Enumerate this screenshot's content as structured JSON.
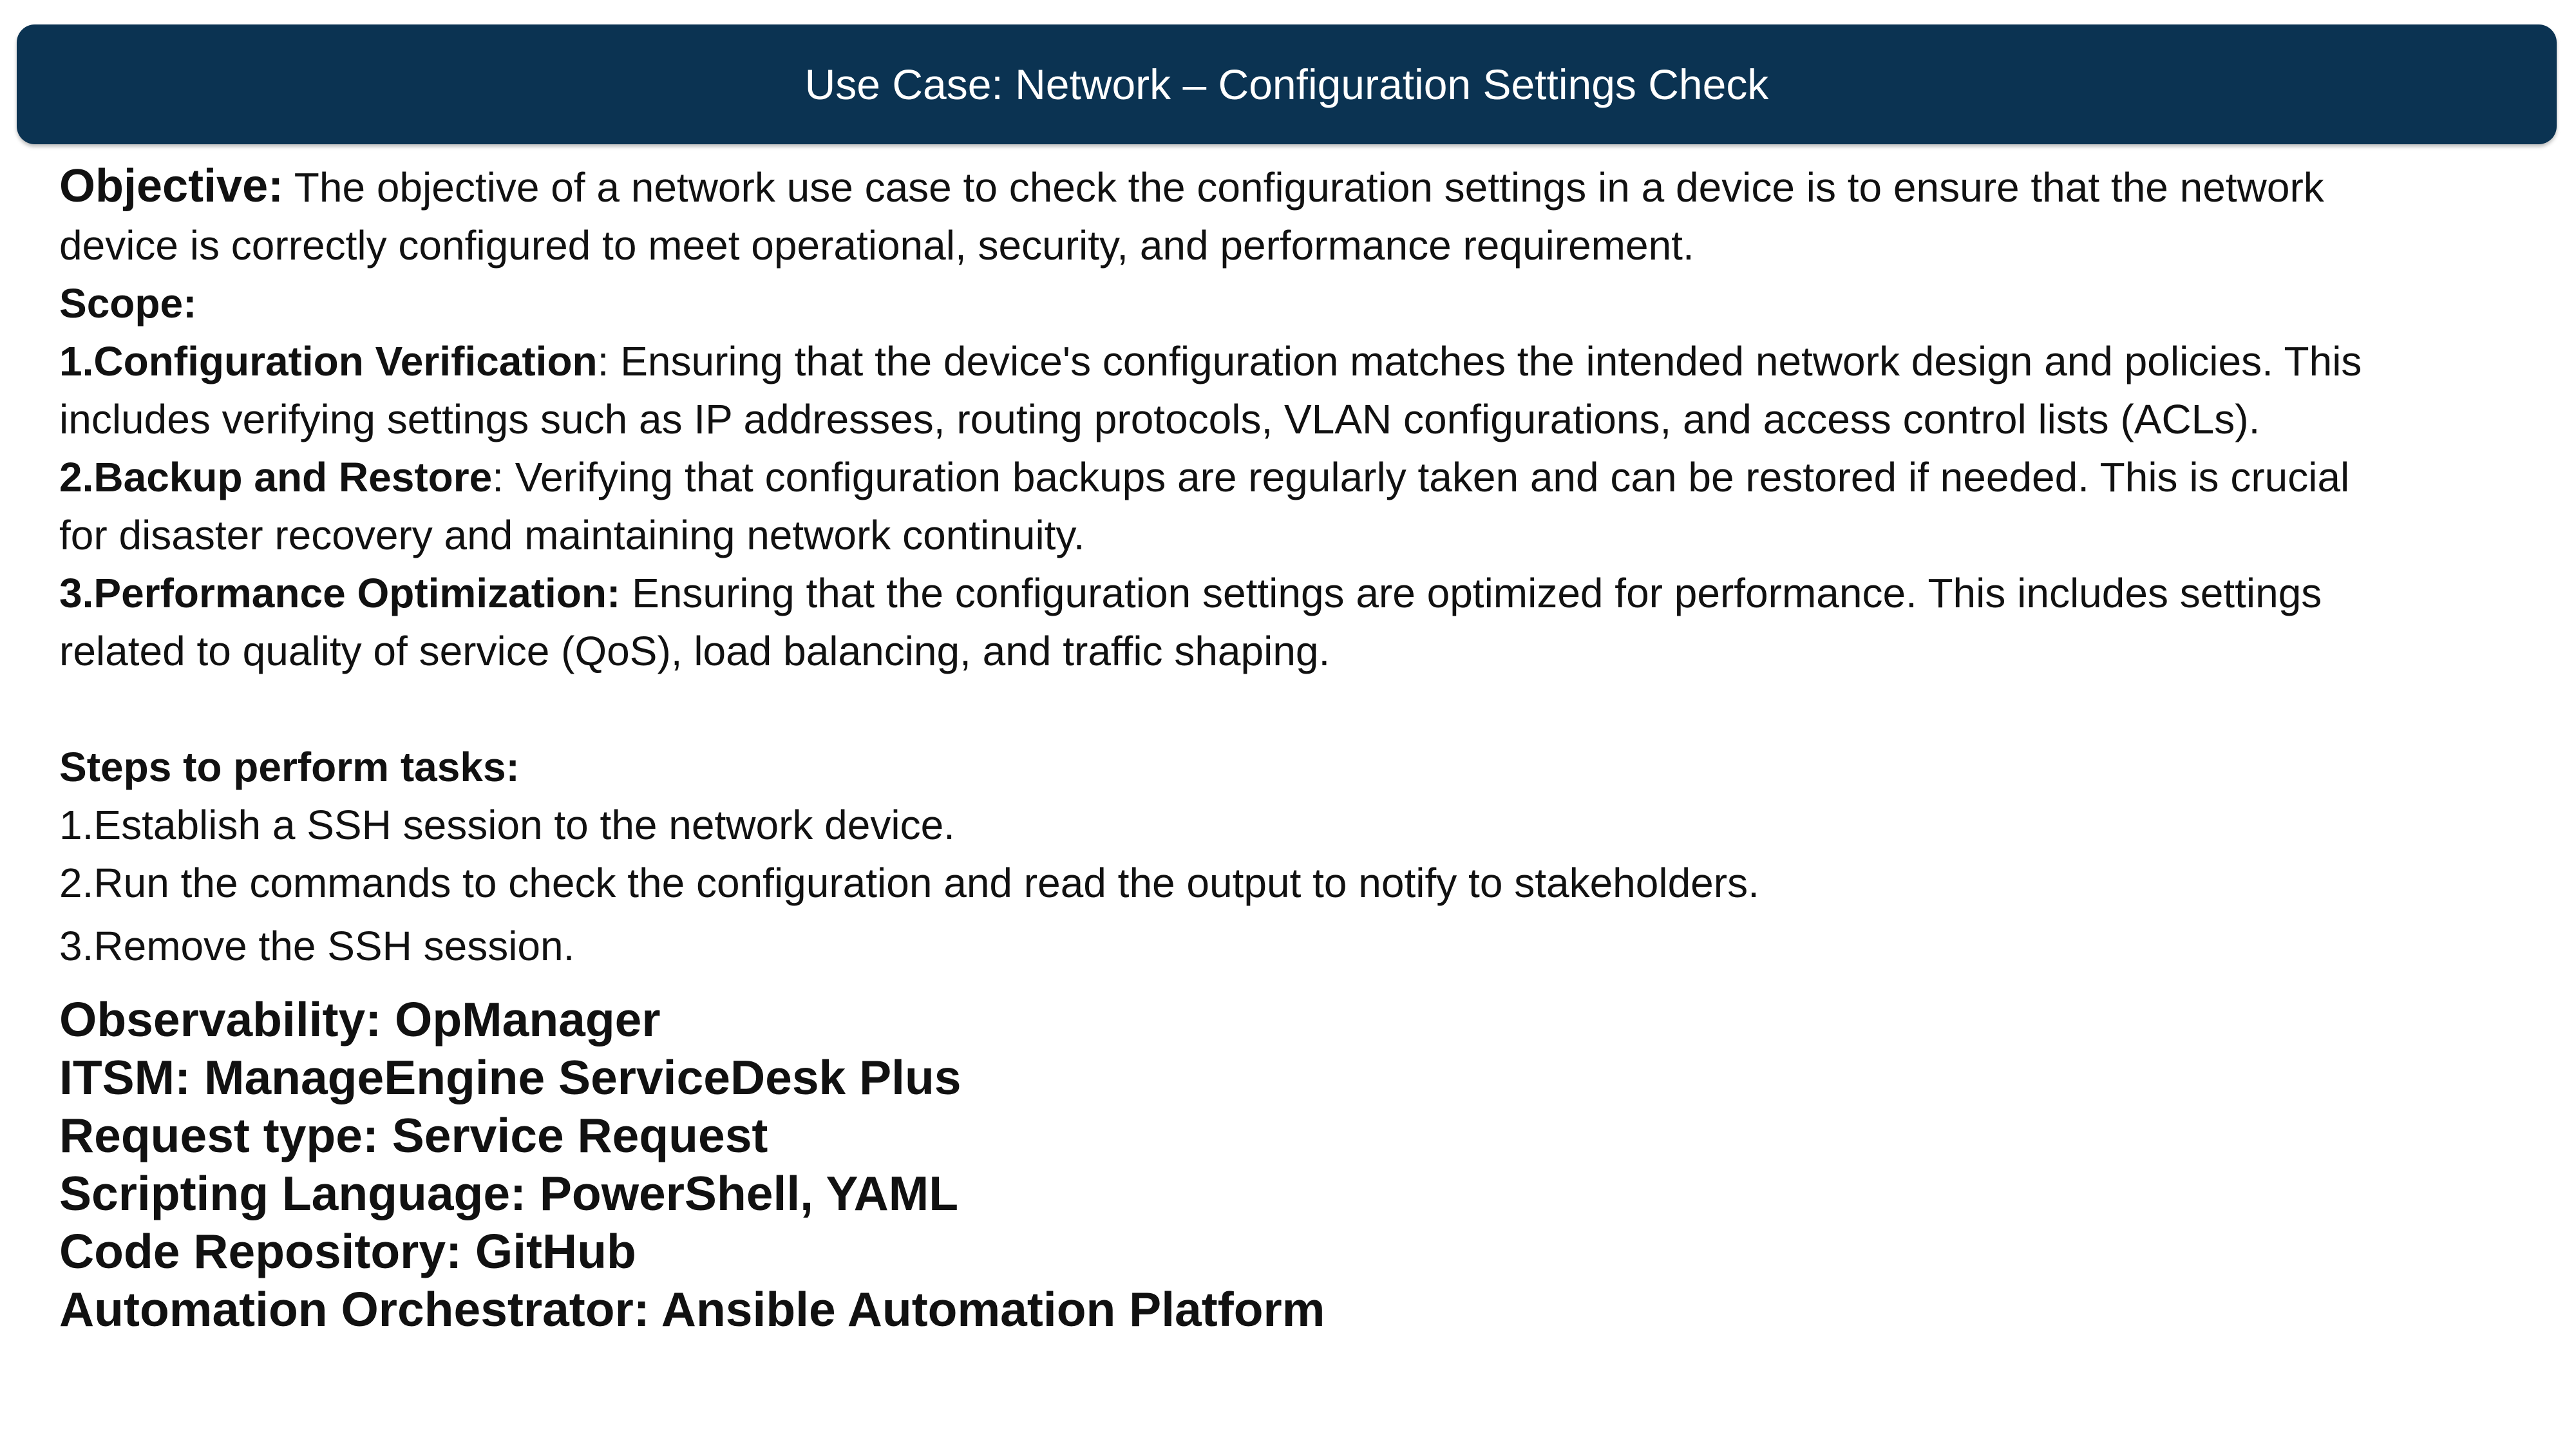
{
  "header": {
    "title": "Use Case: Network – Configuration Settings Check",
    "color": "#0b3352"
  },
  "objective": {
    "label": "Objective:",
    "text_line1": " The objective of a network use case to check the configuration settings in a device is to ensure that the network",
    "text_line2": "device is correctly configured to meet operational, security, and performance requirement."
  },
  "scope": {
    "label": "Scope:",
    "items": [
      {
        "title": "1.Configuration Verification",
        "line1": ": Ensuring that the device's configuration matches the intended network design and policies. This",
        "line2": "includes verifying settings such as IP addresses, routing protocols, VLAN configurations, and access control lists (ACLs)."
      },
      {
        "title": "2.Backup and Restore",
        "line1": ": Verifying that configuration backups are regularly taken and can be restored if needed. This is crucial",
        "line2": "for disaster recovery and maintaining network continuity."
      },
      {
        "title": "3.Performance Optimization:",
        "line1": " Ensuring that the configuration settings are optimized for performance. This includes settings",
        "line2": "related to quality of service (QoS), load balancing, and traffic shaping."
      }
    ]
  },
  "steps": {
    "label": "Steps to perform tasks:",
    "items": [
      "1.Establish a SSH session to the network device.",
      "2.Run the commands to check the configuration and read the output to notify to stakeholders.",
      "3.Remove the SSH session."
    ]
  },
  "tools": [
    "Observability: OpManager",
    "ITSM: ManageEngine ServiceDesk Plus",
    "Request type: Service Request",
    "Scripting Language: PowerShell, YAML",
    "Code Repository: GitHub",
    "Automation Orchestrator: Ansible Automation Platform"
  ]
}
